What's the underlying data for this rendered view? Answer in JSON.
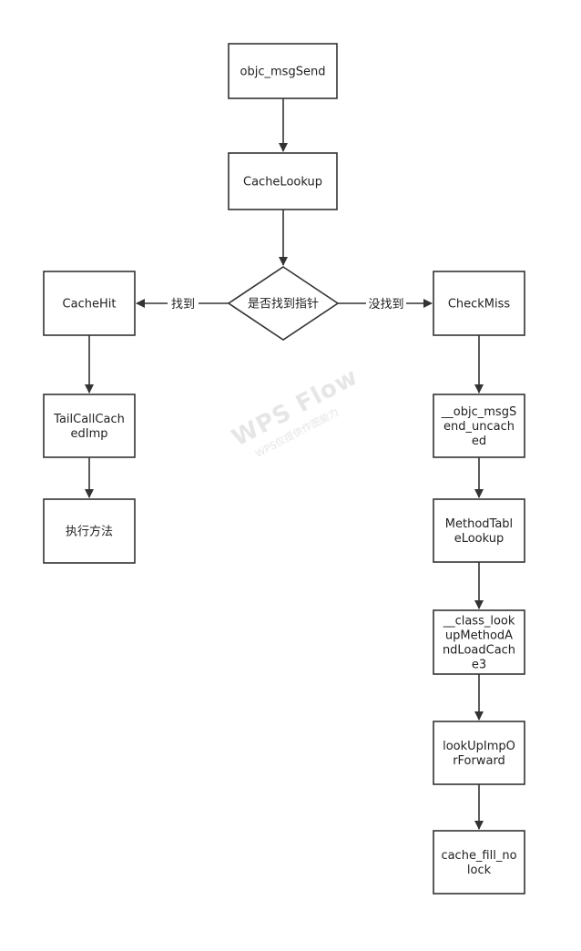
{
  "diagram": {
    "nodes": {
      "objc_msgSend": {
        "lines": [
          "objc_msgSend"
        ]
      },
      "cache_lookup": {
        "lines": [
          "CacheLookup"
        ]
      },
      "decision": {
        "lines": [
          "是否找到指针"
        ]
      },
      "cache_hit": {
        "lines": [
          "CacheHit"
        ]
      },
      "tail_call": {
        "lines": [
          "TailCallCach",
          "edImp"
        ]
      },
      "execute": {
        "lines": [
          "执行方法"
        ]
      },
      "check_miss": {
        "lines": [
          "CheckMiss"
        ]
      },
      "msgsend_uncached": {
        "lines": [
          "__objc_msgS",
          "end_uncach",
          "ed"
        ]
      },
      "method_table_lookup": {
        "lines": [
          "MethodTabl",
          "eLookup"
        ]
      },
      "class_lookup": {
        "lines": [
          "__class_look",
          "upMethodA",
          "ndLoadCach",
          "e3"
        ]
      },
      "lookup_imp": {
        "lines": [
          "lookUpImpO",
          "rForward"
        ]
      },
      "cache_fill": {
        "lines": [
          "cache_fill_no",
          "lock"
        ]
      }
    },
    "edge_labels": {
      "found": "找到",
      "not_found": "没找到"
    }
  },
  "watermark": {
    "title": "WPS Flow",
    "subtitle": "WPS仅提供作图能力"
  },
  "colors": {
    "stroke": "#333333",
    "text": "#222222",
    "watermark": "#e6e6e6",
    "background": "#ffffff"
  }
}
